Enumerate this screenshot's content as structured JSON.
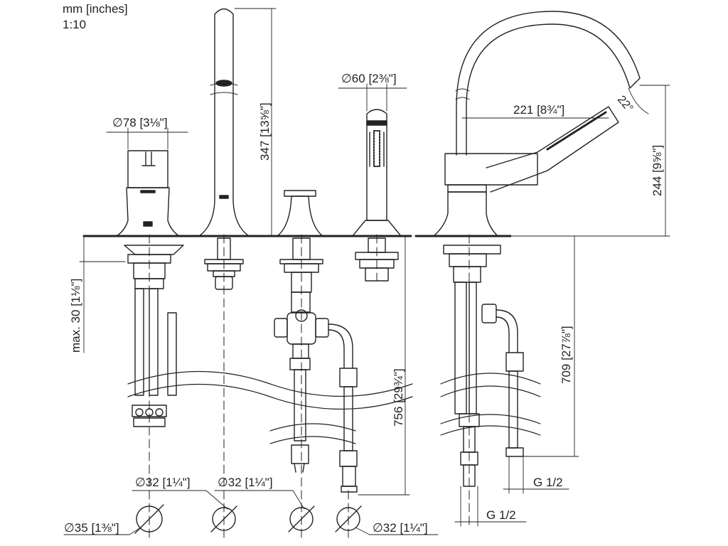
{
  "header": {
    "units": "mm [inches]",
    "scale": "1:10"
  },
  "dims": {
    "d78": "∅78 [3⅛\"]",
    "d60": "∅60 [2⅜\"]",
    "h347": "347 [13⅝\"]",
    "l221": "221 [8¾\"]",
    "a22": "22°",
    "h244": "244 [9⅝\"]",
    "max30": "max. 30 [1⅛\"]",
    "h756": "756 [29¾\"]",
    "h709": "709 [27⅞\"]",
    "d32a": "∅32 [1¼\"]",
    "d32b": "∅32 [1¼\"]",
    "d35": "∅35 [1⅜\"]",
    "d32c": "∅32 [1¼\"]",
    "g1": "G 1/2",
    "g2": "G 1/2"
  }
}
